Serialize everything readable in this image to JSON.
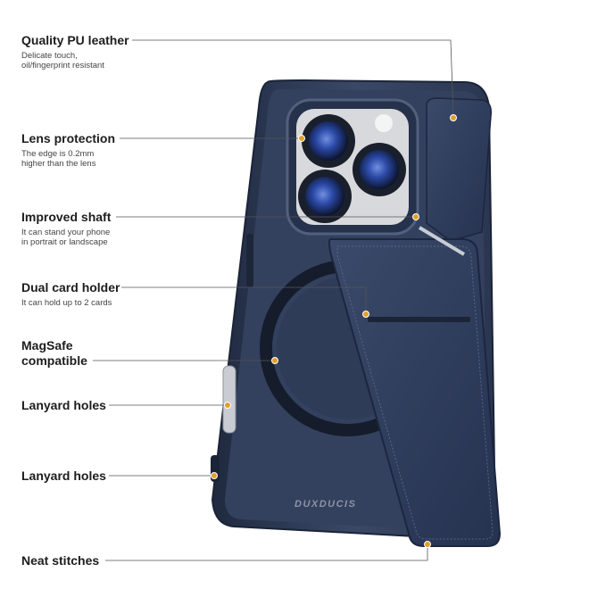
{
  "features": [
    {
      "title": "Quality PU leather",
      "desc": [
        "Delicate touch,",
        "oil/fingerprint resistant"
      ]
    },
    {
      "title": "Lens protection",
      "desc": [
        "The edge is 0.2mm",
        "higher than the lens"
      ]
    },
    {
      "title": "Improved shaft",
      "desc": [
        "It can stand your phone",
        "in portrait or landscape"
      ]
    },
    {
      "title": "Dual card holder",
      "desc": [
        "It can hold up to 2 cards"
      ]
    },
    {
      "title": "MagSafe",
      "title2": "compatible"
    },
    {
      "title": "Lanyard holes"
    },
    {
      "title": "Lanyard holes"
    },
    {
      "title": "Neat stitches"
    }
  ],
  "brand": "DUXDUCIS",
  "colors": {
    "case": "#2d3a55",
    "leather": "#34425f",
    "dot": "#e0a02a",
    "line": "#555555"
  }
}
